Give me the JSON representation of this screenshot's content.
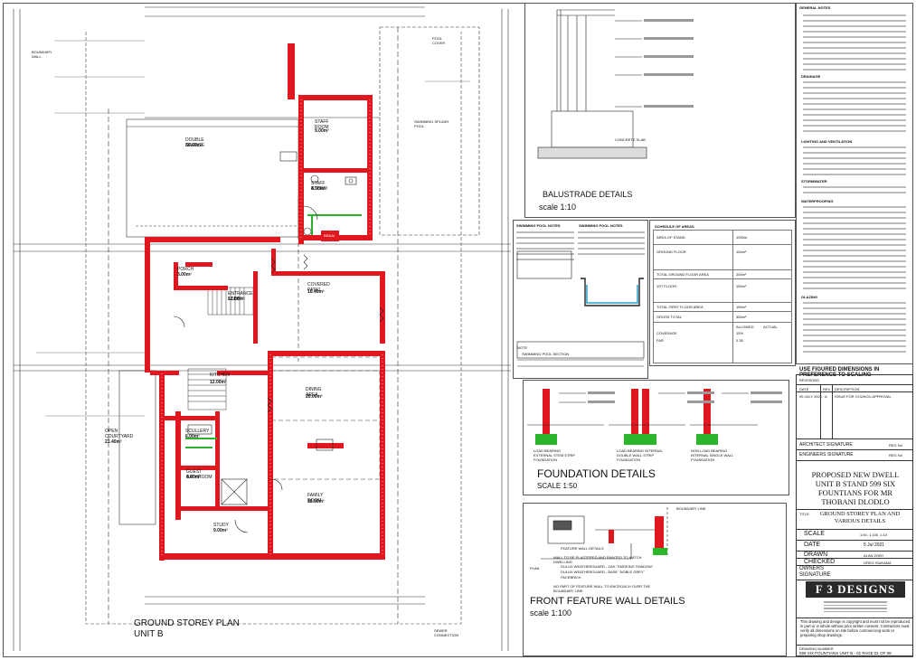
{
  "plan": {
    "title_line1": "GROUND STOREY PLAN",
    "title_line2": "UNIT B",
    "rooms": [
      {
        "key": "garage",
        "name": "DOUBLE GARAGE",
        "area": "36.00m²"
      },
      {
        "key": "staff_room",
        "name": "STAFF ROOM",
        "area": "9.00m²"
      },
      {
        "key": "staff_bath",
        "name": "STAFF BTHRM",
        "area": "4.50m²"
      },
      {
        "key": "porch",
        "name": "PORCH",
        "area": "3.00m²"
      },
      {
        "key": "entrance",
        "name": "ENTRANCE LOBBY",
        "area": "12.00m²"
      },
      {
        "key": "covered_patio",
        "name": "COVERED PATIO",
        "area": "16.40m²"
      },
      {
        "key": "kitchen",
        "name": "KITCHEN",
        "area": "12.00m²"
      },
      {
        "key": "dining",
        "name": "DINING AREA",
        "area": "20.00m²"
      },
      {
        "key": "scullery",
        "name": "SCULLERY",
        "area": "6.00m²"
      },
      {
        "key": "guest_bath",
        "name": "GUEST BATHROOM",
        "area": "4.00m²"
      },
      {
        "key": "family",
        "name": "FAMILY ROOM",
        "area": "18.00m²"
      },
      {
        "key": "study",
        "name": "STUDY",
        "area": "9.00m²"
      },
      {
        "key": "courtyard",
        "name": "OPEN COURTYARD",
        "area": "23.40m²"
      }
    ],
    "labels": {
      "pool": "SWIMMING SPLASH POOL",
      "braai": "BRAAI",
      "pool_cover": "POOL COVER",
      "boundary": "BOUNDARY WALL",
      "sewer": "SEWER CONNECTION"
    }
  },
  "balustrade": {
    "title": "BALUSTRADE DETAILS",
    "scale": "scale 1:10",
    "concrete": "CONCRETE SLAB"
  },
  "pool_notes": {
    "heading1": "SWIMMING POOL NOTES",
    "heading2": "SWIMMING POOL NOTES",
    "section_label": "SWIMMING POOL SECTION",
    "note": "NOTE"
  },
  "schedule": {
    "title": "SCHEDULE OF AREAS",
    "rows": [
      {
        "label": "AREA OF STAND",
        "value": "1000m"
      },
      {
        "label": "GROUND FLOOR",
        "value": "154m²"
      },
      {
        "label": "TOTAL GROUND FLOOR AREA",
        "value": "200m²"
      },
      {
        "label": "1ST FLOOR",
        "value": "150m²"
      },
      {
        "label": "TOTAL FIRST FLOOR AREA",
        "value": "150m²"
      },
      {
        "label": "GROSS TOTAL",
        "value": "350m²"
      },
      {
        "label": "COVERAGE",
        "value": "15%"
      },
      {
        "label": "FAR",
        "value": "0.35"
      }
    ],
    "allowed": "ALLOWED",
    "actual": "ACTUAL"
  },
  "foundation": {
    "title": "FOUNDATION DETAILS",
    "scale": "SCALE 1:50",
    "captions": [
      "LOAD BEARING EXTERNAL STEM STRIP FOUNDATION",
      "LOAD BEARING INTERNAL DOUBLE WALL STRIP FOUNDATION",
      "NON-LOAD BEARING INTERNAL SINGLE WALL FOUNDATION"
    ]
  },
  "front_wall": {
    "title": "FRONT FEATURE WALL DETAILS",
    "scale": "scale 1:100",
    "plan_label": "PLAN",
    "feature_label": "FEATURE WALL DETAILS",
    "boundary": "BOUNDARY LINE",
    "note1": "WALL TO BE PLASTERED AND PAINTED TO MATCH DWELLING",
    "paint": [
      "DULUX WEATHERGUARD - ZAH \"SMOKING SHADOW\"",
      "DULUX WEATHERGUARD - BASE \"NOBLE GREY\"",
      "FACEBRICK"
    ],
    "note2": "NO PART OF FEATURE WALL TO ENCROACH OVER THE BOUNDARY LINE"
  },
  "notes": {
    "heading": "GENERAL NOTES",
    "sub1": "DRAINAGE",
    "sub2": "LIGHTING AND VENTILATION",
    "sub3": "WATERPROOFING",
    "sub4": "GLAZING",
    "sub5": "STORMWATER"
  },
  "title_block": {
    "dimensions_note": "USE FIGURED DIMENSIONS IN PREFERENCE TO SCALING",
    "revisions_label": "REVISIONS",
    "rev_headers": [
      "DATE",
      "REV",
      "DESCRIPTION"
    ],
    "rev_row": [
      "05 JULY 2021",
      "A",
      "ISSUE FOR COUNCIL APPROVAL"
    ],
    "architect_sig": "ARCHITECT SIGNATURE",
    "engineers_sig": "ENGINEERS SIGNATURE",
    "reg_no": "REG No",
    "project": "PROPOSED NEW DWELL UNIT B STAND 599 SIX FOUNTIANS FOR MR THOBANI DLODLO",
    "drawing_label": "TITLE",
    "drawing": "GROUND STOREY PLAN AND VARIOUS DETAILS",
    "scale_label": "SCALE",
    "scale_val": "1:50, 1:100, 1:10",
    "date_label": "DATE",
    "date_val": "5 Jul 2021",
    "drawn_label": "DRAWN",
    "drawn_val": "ALAN ZOBY",
    "checked_label": "CHECKED",
    "checked_val": "GREG ISAKAMA",
    "owners_label": "OWNERS SIGNATURE",
    "firm": "F 3 DESIGNS",
    "copyright": "This drawing and design is copyright and must not be reproduced in part or in whole without prior written consent. Contractors must verify all dimensions on site before commencing work or preparing shop drawings.",
    "drawing_no_label": "DRAWING NUMBER",
    "drawing_no": "599 SIX FOUNTIANS UNIT B - 01 PAGE 01 OF 08"
  },
  "colors": {
    "wall": "#e0171e",
    "line": "#222222",
    "green": "#2bb52b"
  }
}
